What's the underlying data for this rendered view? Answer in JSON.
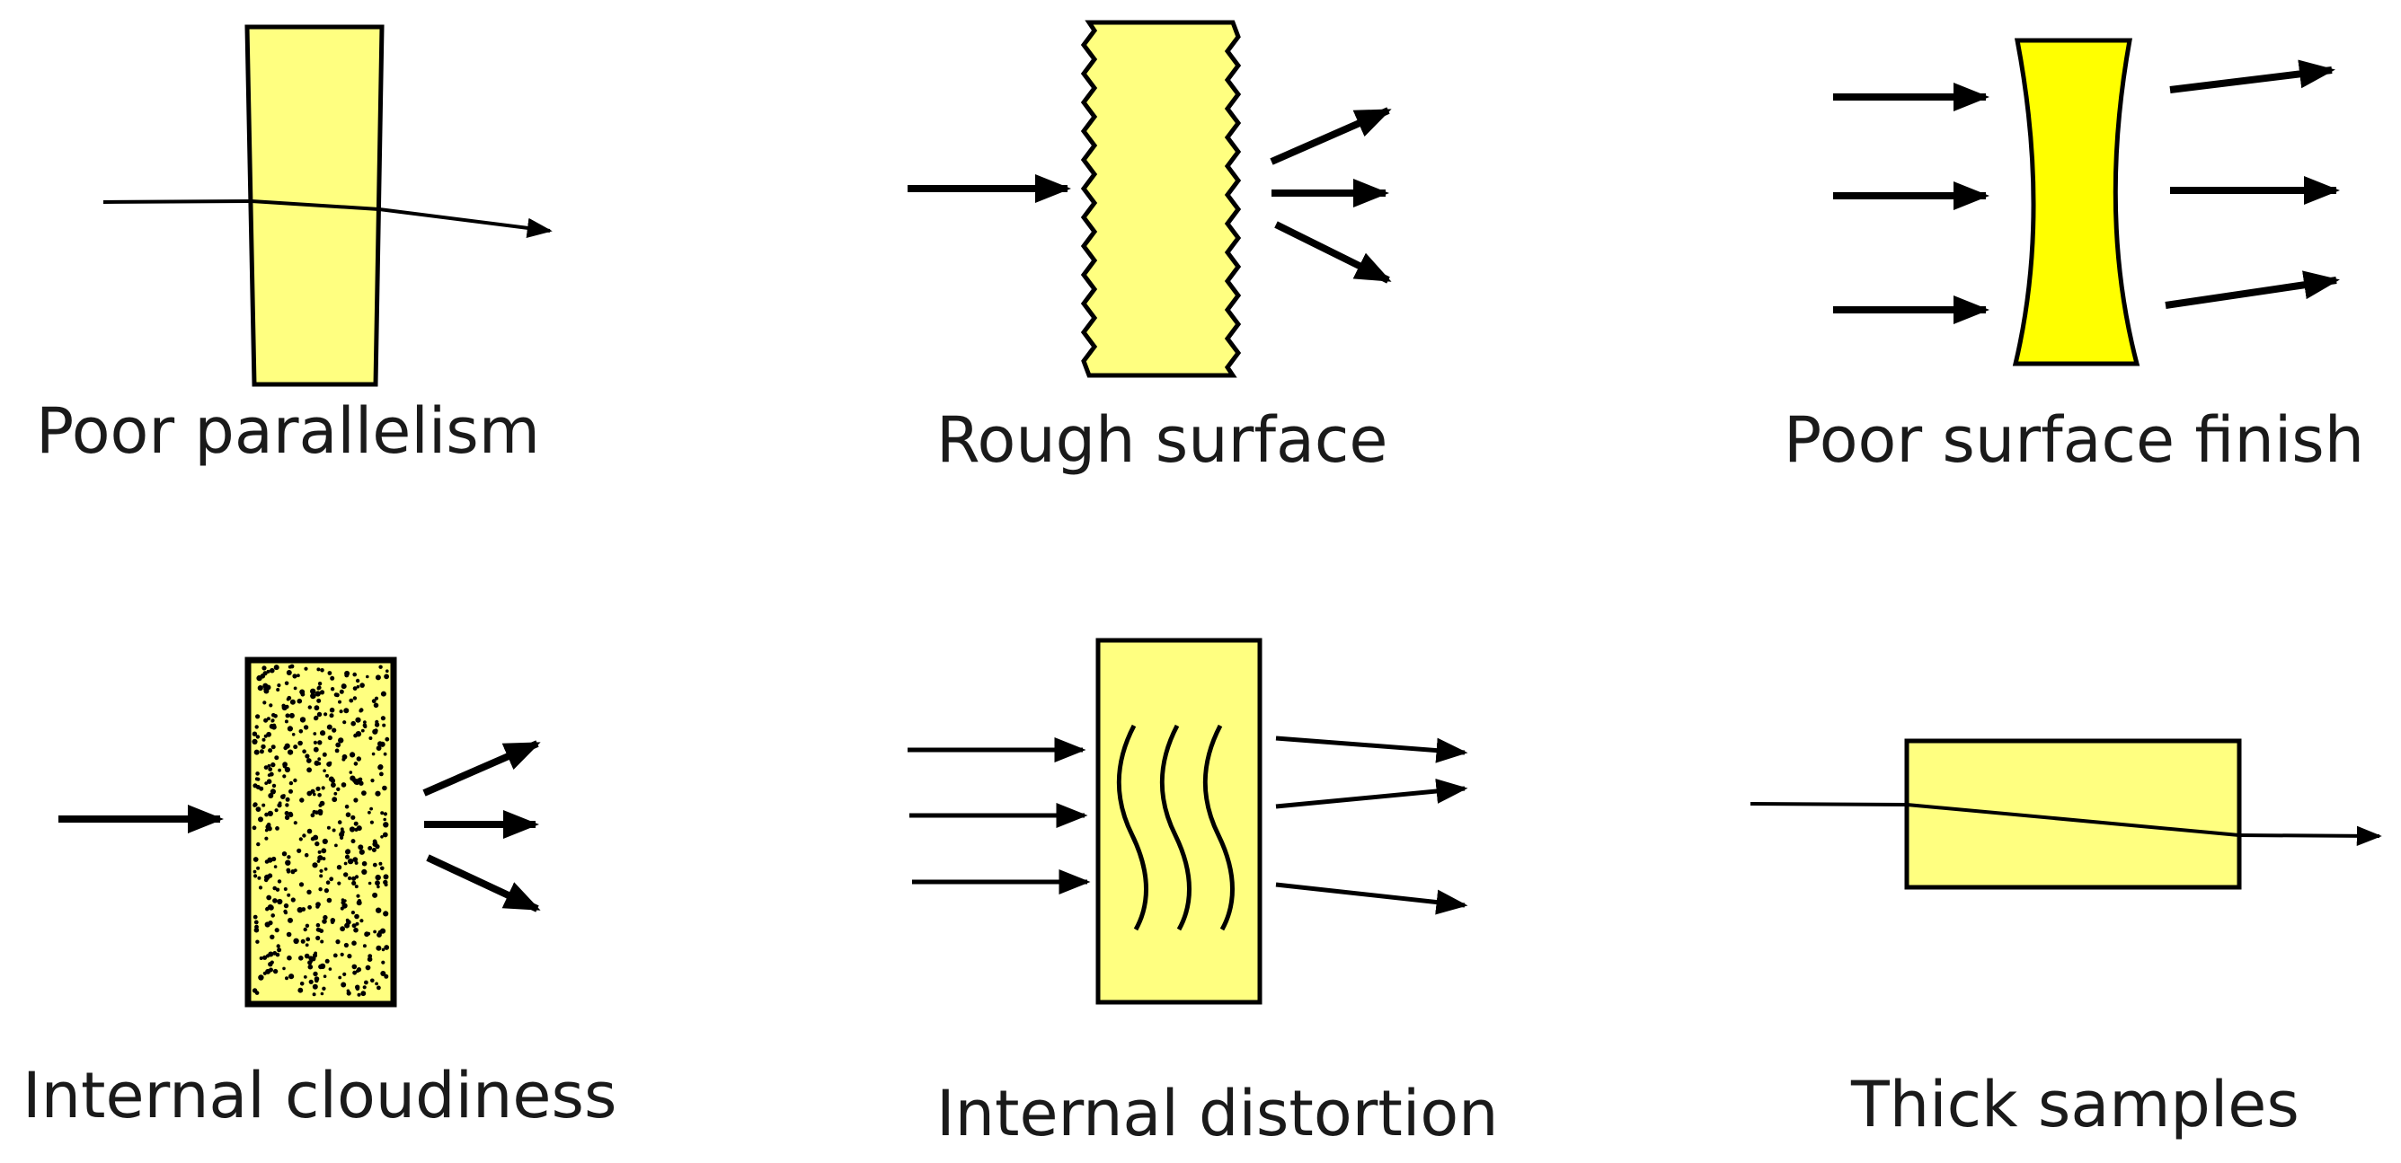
{
  "colors": {
    "sample_fill": "#ffff80",
    "sample_fill_strong": "#ffff00",
    "stroke": "#000000",
    "text": "#1a1a1a",
    "background": "#ffffff"
  },
  "panels": [
    {
      "id": "poor-parallelism",
      "label": "Poor parallelism"
    },
    {
      "id": "rough-surface",
      "label": "Rough surface"
    },
    {
      "id": "poor-surface-finish",
      "label": "Poor surface finish"
    },
    {
      "id": "internal-cloudiness",
      "label": "Internal cloudiness"
    },
    {
      "id": "internal-distortion",
      "label": "Internal distortion"
    },
    {
      "id": "thick-samples",
      "label": "Thick samples"
    }
  ]
}
